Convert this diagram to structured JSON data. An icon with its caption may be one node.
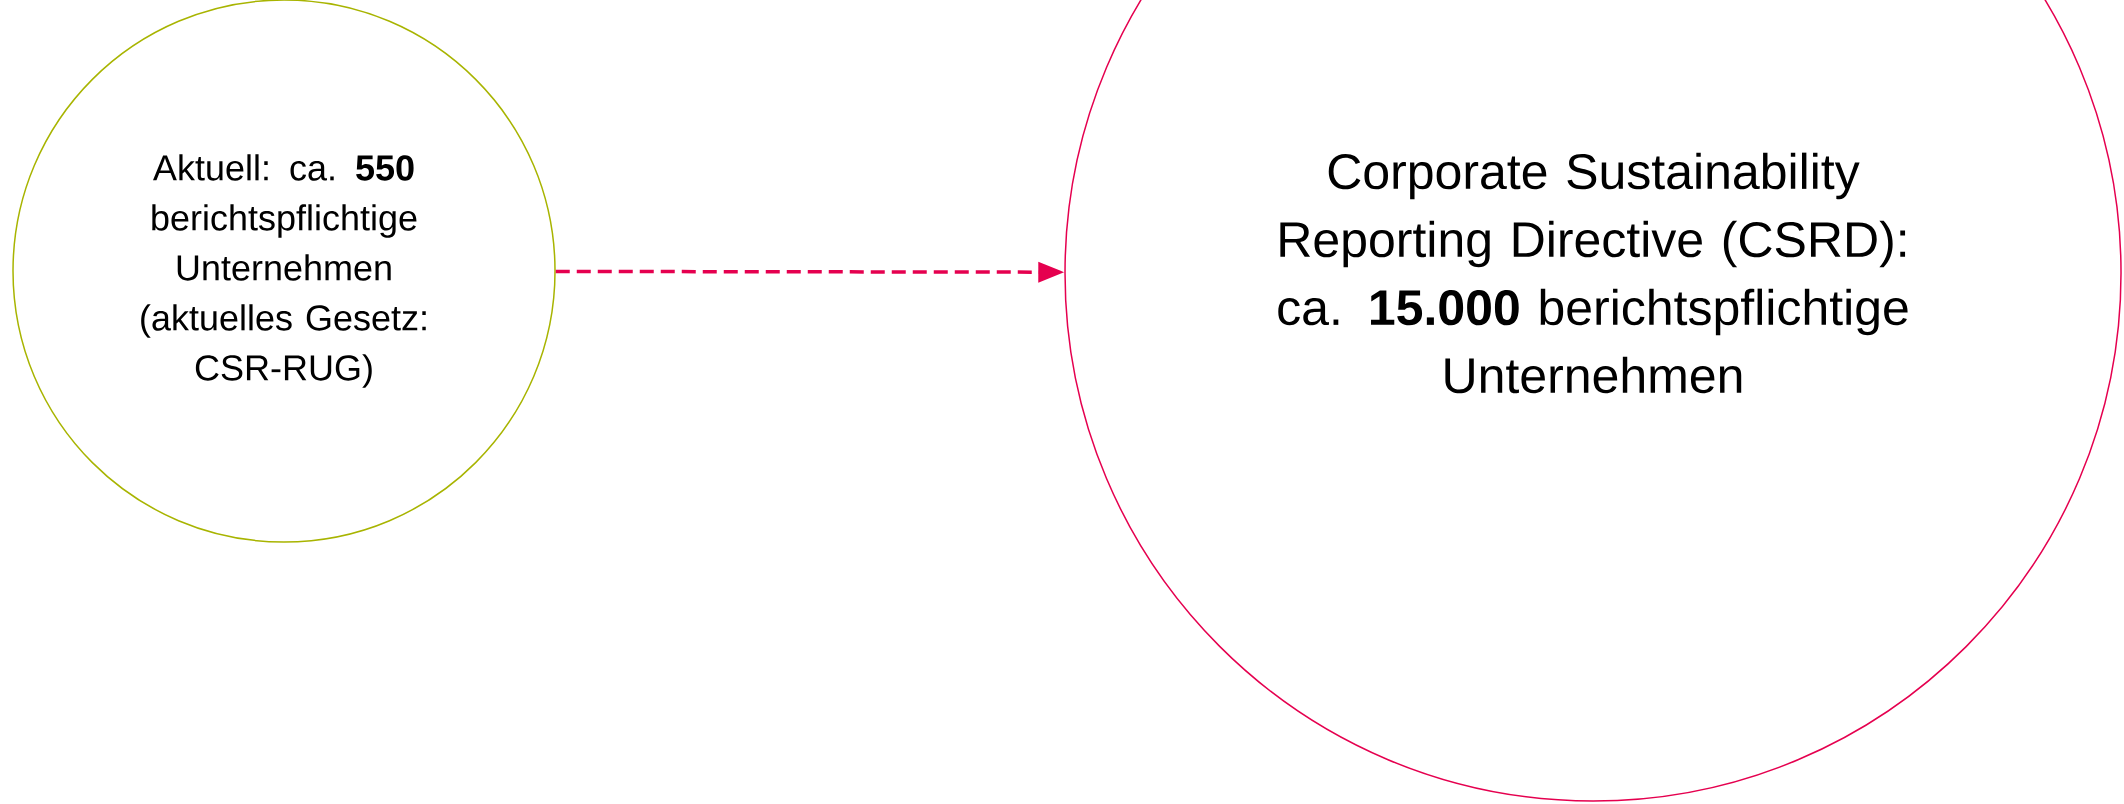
{
  "diagram": {
    "nodes": [
      {
        "text": [
          "Aktuell: ca. **550** berichtspflichtige Unternehmen (aktuelles Gesetz: CSR-RUG)"
        ]
      },
      {
        "text": [
          "Corporate Sustainability Reporting Directive (CSRD): ca. **15.000** berichtspflichtige Unternehmen"
        ]
      }
    ],
    "edges": [
      {
        "from": 0,
        "to": 1,
        "arrow": "to",
        "style": "dashed",
        "color": "#e5004f"
      }
    ]
  }
}
